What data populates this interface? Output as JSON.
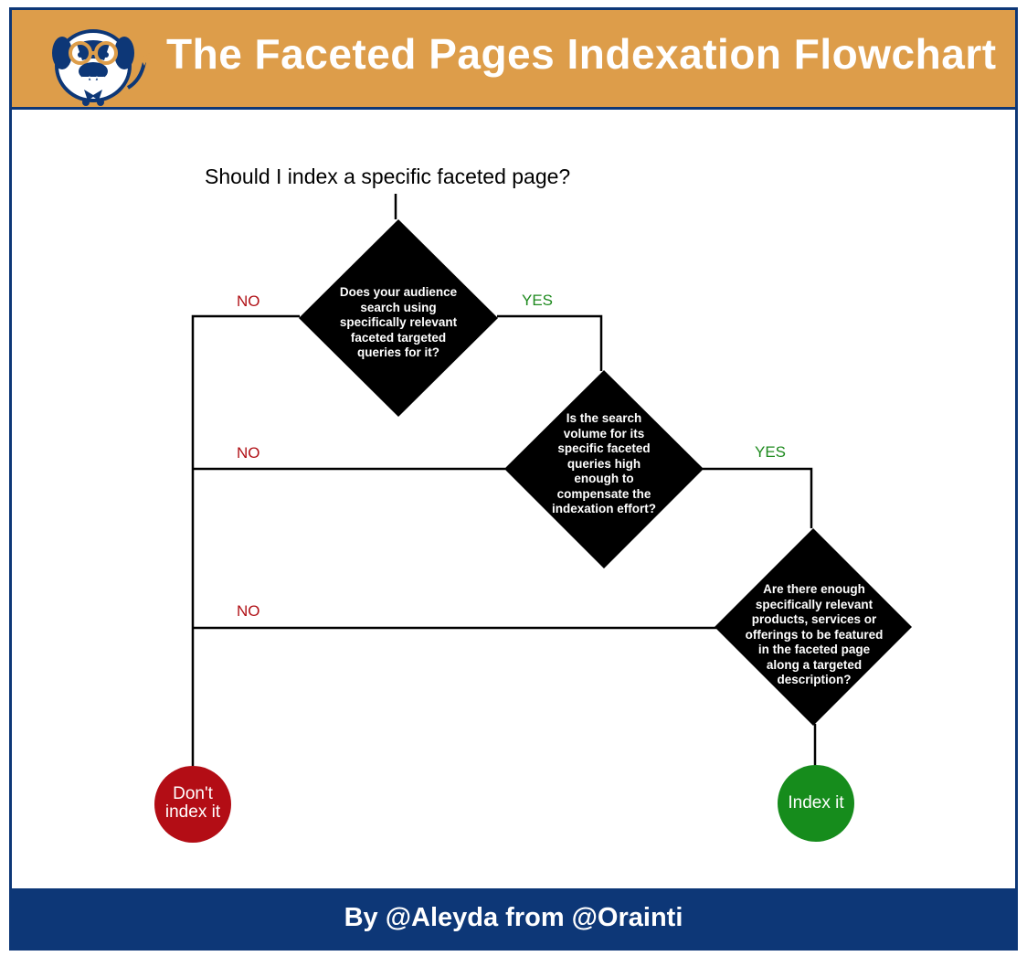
{
  "header": {
    "title": "The Faceted Pages Indexation Flowchart"
  },
  "diagram": {
    "question": "Should I index a specific faceted page?",
    "decision1": "Does your audience search using specifically relevant faceted targeted queries for it?",
    "decision2": "Is the search volume for its specific faceted queries high enough to compensate the indexation effort?",
    "decision3": "Are there enough specifically relevant products, services or offerings to be featured in the faceted page along a targeted description?",
    "no_label": "NO",
    "yes_label": "YES",
    "outcome_no": "Don't index it",
    "outcome_yes": "Index it"
  },
  "footer": {
    "credit": "By @Aleyda from @Orainti"
  },
  "colors": {
    "header_bg": "#dd9d4a",
    "brand_navy": "#0d3777",
    "no_red": "#b01016",
    "yes_green": "#1e8a1e",
    "circle_red": "#b30d15",
    "circle_green": "#168c1c"
  }
}
